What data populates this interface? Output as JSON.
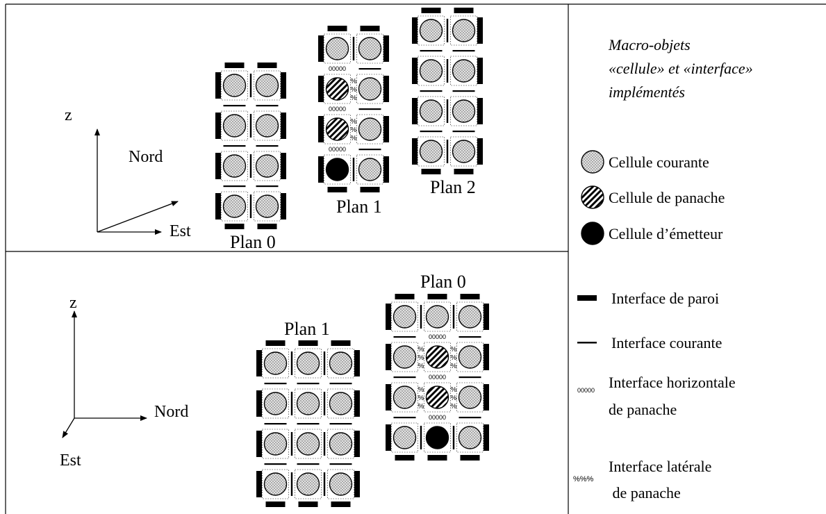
{
  "legend": {
    "title_lines": [
      "Macro-objets",
      "«cellule» et «interface»",
      "implémentés"
    ],
    "items": [
      {
        "icon": "normal-cell-icon",
        "text": [
          "Cellule courante"
        ]
      },
      {
        "icon": "plume-cell-icon",
        "text": [
          "Cellule de panache"
        ]
      },
      {
        "icon": "emitter-cell-icon",
        "text": [
          "Cellule d’émetteur"
        ]
      },
      {
        "icon": "wall-interface-icon",
        "text": [
          "Interface de paroi"
        ]
      },
      {
        "icon": "current-interface-icon",
        "text": [
          "Interface courante"
        ]
      },
      {
        "icon": "horizontal-plume-interface-icon",
        "text": [
          "Interface horizontale",
          "de panache"
        ]
      },
      {
        "icon": "lateral-plume-interface-icon",
        "text": [
          "Interface latérale",
          " de panache"
        ]
      }
    ],
    "horizontal_glyph": "00000",
    "lateral_glyph": "%%%"
  },
  "top_view": {
    "axis_z": "z",
    "axis_north": "Nord",
    "axis_east": "Est",
    "planes": [
      {
        "label": "Plan 0",
        "cells": [
          [
            "normal",
            "normal"
          ],
          [
            "normal",
            "normal"
          ],
          [
            "normal",
            "normal"
          ],
          [
            "normal",
            "normal"
          ]
        ]
      },
      {
        "label": "Plan 1",
        "cells": [
          [
            "normal",
            "normal"
          ],
          [
            "plume",
            "normal"
          ],
          [
            "plume",
            "normal"
          ],
          [
            "emitter",
            "normal"
          ]
        ]
      },
      {
        "label": "Plan 2",
        "cells": [
          [
            "normal",
            "normal"
          ],
          [
            "normal",
            "normal"
          ],
          [
            "normal",
            "normal"
          ],
          [
            "normal",
            "normal"
          ]
        ]
      }
    ]
  },
  "bottom_view": {
    "axis_z": "z",
    "axis_north": "Nord",
    "axis_east": "Est",
    "planes": [
      {
        "label": "Plan 1",
        "cells": [
          [
            "normal",
            "normal",
            "normal"
          ],
          [
            "normal",
            "normal",
            "normal"
          ],
          [
            "normal",
            "normal",
            "normal"
          ],
          [
            "normal",
            "normal",
            "normal"
          ]
        ]
      },
      {
        "label": "Plan 0",
        "cells": [
          [
            "normal",
            "normal",
            "normal"
          ],
          [
            "normal",
            "plume",
            "normal"
          ],
          [
            "normal",
            "plume",
            "normal"
          ],
          [
            "normal",
            "emitter",
            "normal"
          ]
        ]
      }
    ]
  },
  "colors": {
    "ink": "#000000",
    "cell_fill": "#d9d9d9",
    "background": "#ffffff"
  }
}
